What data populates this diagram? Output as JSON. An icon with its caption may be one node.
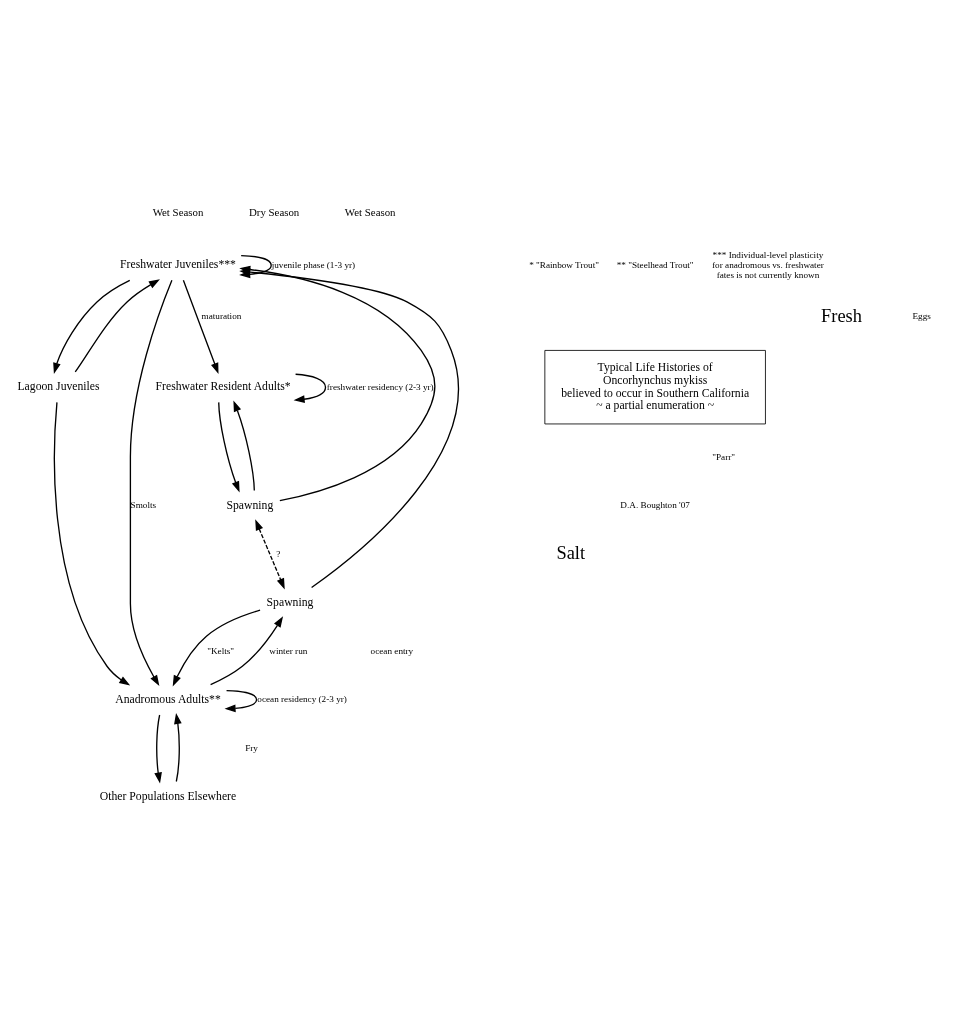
{
  "diagram": {
    "nodes": [
      {
        "text": [
          "Freshwater Juveniles***"
        ]
      },
      {
        "text": [
          "Freshwater Resident Adults*"
        ]
      },
      {
        "text": [
          "Lagoon Juveniles"
        ]
      },
      {
        "text": [
          "Anadromous Adults**"
        ]
      },
      {
        "text": [
          "Spawning"
        ]
      },
      {
        "text": [
          "Spawning"
        ]
      },
      {
        "text": [
          "Other Populations Elsewhere"
        ]
      },
      {
        "text": [
          "Typical Life Histories of",
          "Oncorhynchus mykiss",
          "believed to occur in Southern California",
          "~ a partial enumeration ~"
        ]
      }
    ],
    "edges": [
      {
        "from": 0,
        "to": 0,
        "arrow": "to",
        "label": "juvenile phase (1-3 yr)"
      },
      {
        "from": 0,
        "to": 1,
        "arrow": "to",
        "label": "maturation"
      },
      {
        "from": 0,
        "to": 3,
        "arrow": "to",
        "label": "Smolts"
      },
      {
        "from": 0,
        "to": 2,
        "arrow": "to"
      },
      {
        "from": 2,
        "to": 0,
        "arrow": "to"
      },
      {
        "from": 2,
        "to": 3,
        "arrow": "to"
      },
      {
        "from": 3,
        "to": 3,
        "arrow": "to",
        "label": "ocean residency (2-3 yr)"
      },
      {
        "from": 3,
        "to": 6,
        "arrow": "to"
      },
      {
        "from": 6,
        "to": 3,
        "arrow": "to"
      },
      {
        "from": 3,
        "to": 4,
        "arrow": "to",
        "label": "winter run"
      },
      {
        "from": 4,
        "to": 3,
        "arrow": "to",
        "label": "\"Kelts\""
      },
      {
        "from": 4,
        "to": 0,
        "arrow": "to"
      },
      {
        "from": 5,
        "to": 0,
        "arrow": "to"
      },
      {
        "from": 5,
        "to": 1,
        "arrow": "to"
      },
      {
        "from": 1,
        "to": 5,
        "arrow": "to"
      },
      {
        "from": 1,
        "to": 1,
        "arrow": "to",
        "label": "freshwater residency (2-3 yr)"
      },
      {
        "from": 5,
        "to": 4,
        "arrow": "both",
        "style": "dashed",
        "label": "?"
      }
    ],
    "labels": [
      "Wet Season",
      "Dry Season",
      "Wet Season",
      "Fresh",
      "\"Parr\"",
      "Salt",
      "ocean entry",
      "Fry",
      "Eggs",
      "* \"Rainbow Trout\"",
      "** \"Steelhead Trout\"",
      "*** Individual-level plasticity for anadromous vs. freshwater fates is not currently known",
      "D.A. Boughton '07"
    ]
  }
}
